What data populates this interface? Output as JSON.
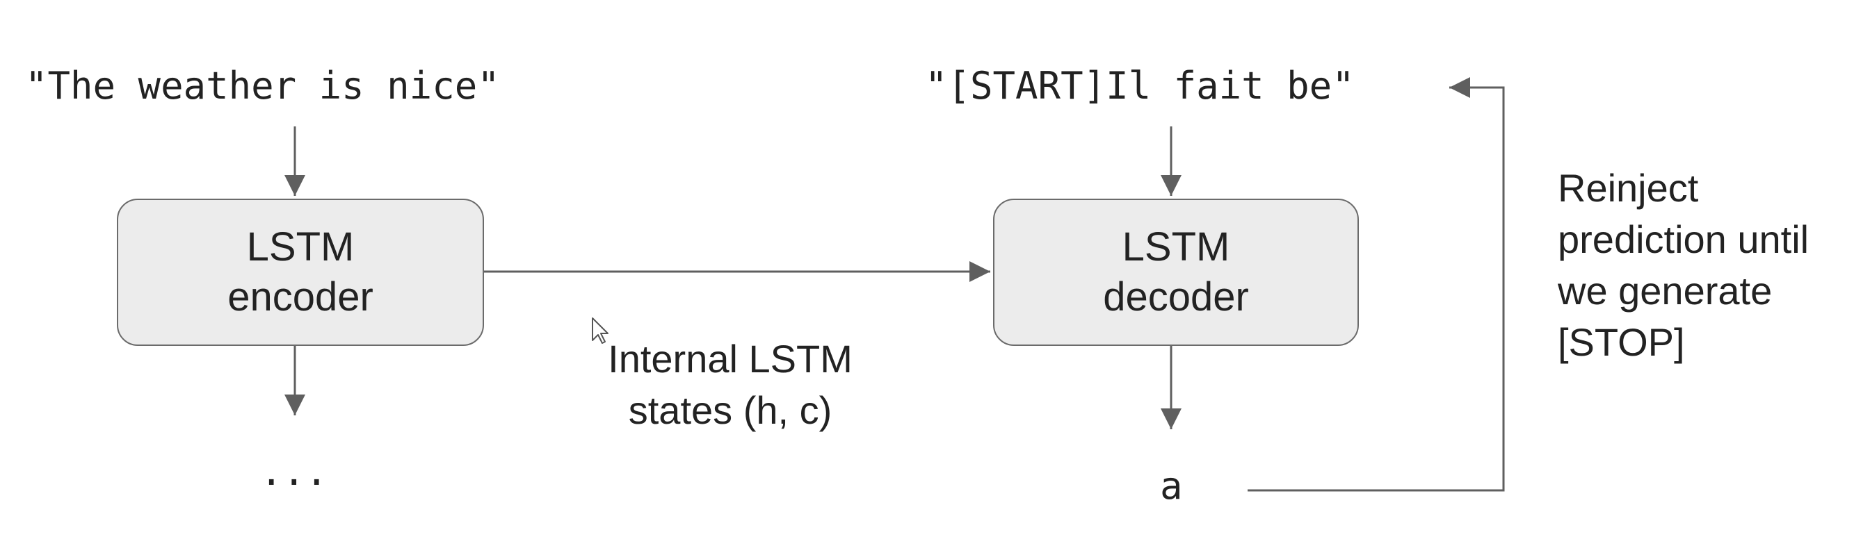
{
  "encoder_input": "\"The weather is nice\"",
  "decoder_input": "\"[START]Il fait be\"",
  "encoder_box": {
    "line1": "LSTM",
    "line2": "encoder"
  },
  "decoder_box": {
    "line1": "LSTM",
    "line2": "decoder"
  },
  "encoder_output": "...",
  "decoder_output": "a",
  "states_label": {
    "line1": "Internal LSTM",
    "line2": "states (h, c)"
  },
  "reinject_label": {
    "line1": "Reinject",
    "line2": "prediction until",
    "line3": "we generate",
    "line4": "[STOP]"
  },
  "colors": {
    "box_fill": "#ececec",
    "box_border": "#6b6b6b",
    "arrow": "#5f5f5f",
    "text": "#222222"
  }
}
